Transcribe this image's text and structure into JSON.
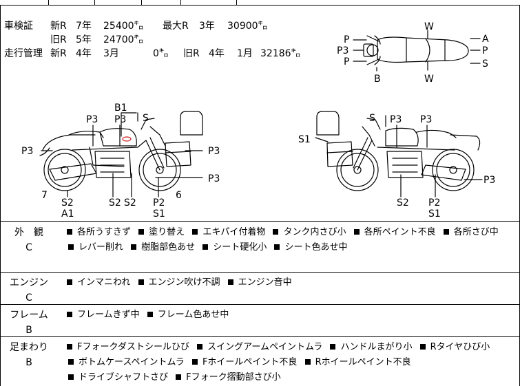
{
  "registration": {
    "inspection_label": "車検証",
    "new_r_label": "新R",
    "new_r_year": "7年",
    "new_r_km": "25400㌔",
    "max_r_label": "最大R",
    "max_r_year": "3年",
    "max_r_km": "30900㌔",
    "old_r_label": "旧R",
    "old_r_year": "5年",
    "old_r_km": "24700㌔",
    "mileage_label": "走行管理",
    "mileage_new_label": "新R",
    "mileage_new_year": "4年",
    "mileage_new_month": "3月",
    "mileage_new_km": "0㌔",
    "mileage_old_label": "旧R",
    "mileage_old_year": "4年",
    "mileage_old_month": "1月",
    "mileage_old_km": "32186㌔"
  },
  "diagram_labels": {
    "top": {
      "p1": "P",
      "p3": "P3",
      "p2": "P",
      "b": "B",
      "w_top": "W",
      "w_bottom": "W",
      "a": "A",
      "p_right": "P",
      "s": "S"
    },
    "left": {
      "b1": "B1",
      "p3_top_a": "P3",
      "p3_top_b": "P3",
      "s_top": "S",
      "p3_left": "P3",
      "p3_right_a": "P3",
      "p3_right_b": "P3",
      "seven": "7",
      "s2_a": "S2",
      "a1": "A1",
      "s2_b": "S2",
      "s2_c": "S2",
      "p2": "P2",
      "s1": "S1",
      "six": "6"
    },
    "right": {
      "s_top": "S",
      "p3_top_a": "P3",
      "p3_top_b": "P3",
      "s1_left": "S1",
      "p3_right": "P3",
      "s2": "S2",
      "p2": "P2",
      "s1": "S1"
    }
  },
  "sections": [
    {
      "title": "外　観",
      "grade": "C",
      "items": [
        "各所うすきず",
        "塗り替え",
        "エキパイ付着物",
        "タンク内さび小",
        "各所ペイント不良",
        "各所さび中",
        "レバー削れ",
        "樹脂部色あせ",
        "シート硬化小",
        "シート色あせ中"
      ]
    },
    {
      "title": "エンジン",
      "grade": "C",
      "items": [
        "インマニわれ",
        "エンジン吹け不調",
        "エンジン音中"
      ]
    },
    {
      "title": "フレーム",
      "grade": "B",
      "items": [
        "フレームきず中",
        "フレーム色あせ中"
      ]
    },
    {
      "title": "足まわり",
      "grade": "B",
      "items": [
        "Fフォークダストシールひび",
        "スイングアームペイントムラ",
        "ハンドルまがり小",
        "Rタイヤひび小",
        "ボトムケースペイントムラ",
        "Fホイールペイント不良",
        "Rホイールペイント不良",
        "ドライブシャフトさび",
        "Fフォーク摺動部さび小"
      ]
    }
  ],
  "colors": {
    "line": "#000000",
    "damage_mark": "#cc1f1f",
    "background": "#ffffff"
  }
}
